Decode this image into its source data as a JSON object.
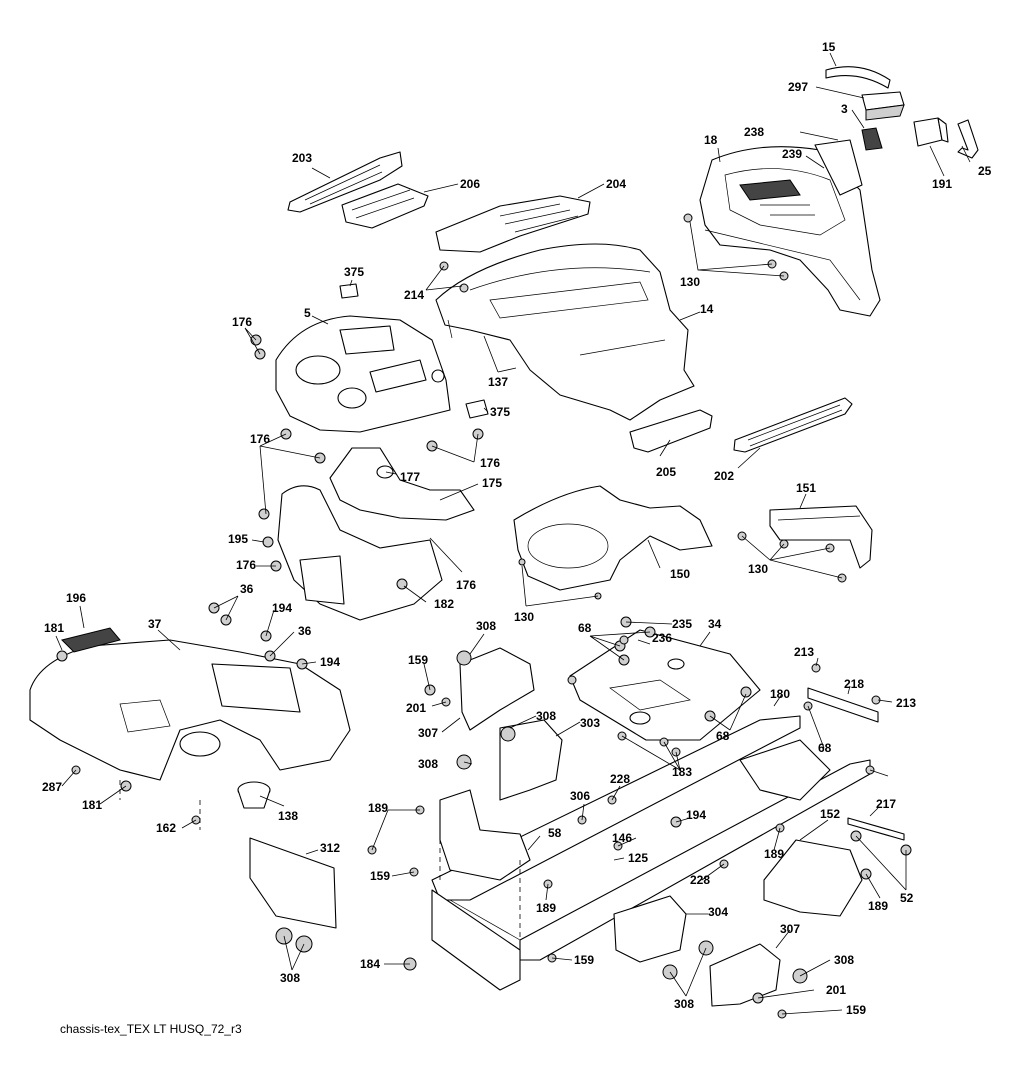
{
  "caption": "chassis-tex_TEX LT HUSQ_72_r3",
  "callouts": [
    "15",
    "297",
    "3",
    "25",
    "238",
    "18",
    "239",
    "191",
    "203",
    "206",
    "204",
    "130",
    "375",
    "214",
    "5",
    "176",
    "14",
    "137",
    "375",
    "176",
    "176",
    "177",
    "175",
    "205",
    "202",
    "151",
    "195",
    "176",
    "176",
    "182",
    "150",
    "130",
    "130",
    "196",
    "36",
    "194",
    "36",
    "181",
    "37",
    "194",
    "308",
    "68",
    "235",
    "236",
    "34",
    "159",
    "213",
    "218",
    "213",
    "201",
    "307",
    "308",
    "303",
    "180",
    "68",
    "308",
    "68",
    "183",
    "287",
    "181",
    "138",
    "162",
    "228",
    "306",
    "194",
    "146",
    "125",
    "189",
    "58",
    "152",
    "217",
    "312",
    "189",
    "159",
    "189",
    "228",
    "304",
    "189",
    "52",
    "184",
    "159",
    "308",
    "307",
    "308",
    "308",
    "201",
    "159"
  ]
}
